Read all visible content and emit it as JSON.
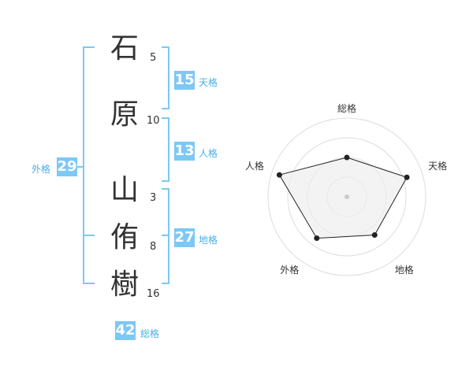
{
  "name_chars": [
    {
      "char": "石",
      "strokes": "5"
    },
    {
      "char": "原",
      "strokes": "10"
    },
    {
      "char": "山",
      "strokes": "3"
    },
    {
      "char": "侑",
      "strokes": "8"
    },
    {
      "char": "樹",
      "strokes": "16"
    }
  ],
  "kaku": {
    "tenkaku": {
      "value": "15",
      "label": "天格"
    },
    "jinkaku": {
      "value": "13",
      "label": "人格"
    },
    "chikaku": {
      "value": "27",
      "label": "地格"
    },
    "gaikaku": {
      "value": "29",
      "label": "外格"
    },
    "soukaku": {
      "value": "42",
      "label": "総格"
    }
  },
  "bracket_color": "#7cc8f7",
  "badge_color": "#7cc8f7",
  "chart_data": {
    "type": "radar",
    "axes": [
      "総格",
      "天格",
      "地格",
      "外格",
      "人格"
    ],
    "values": [
      0.5,
      0.8,
      0.6,
      0.65,
      0.9
    ],
    "rings": 4,
    "fill": "#eeeeee",
    "line_color": "#222222"
  }
}
